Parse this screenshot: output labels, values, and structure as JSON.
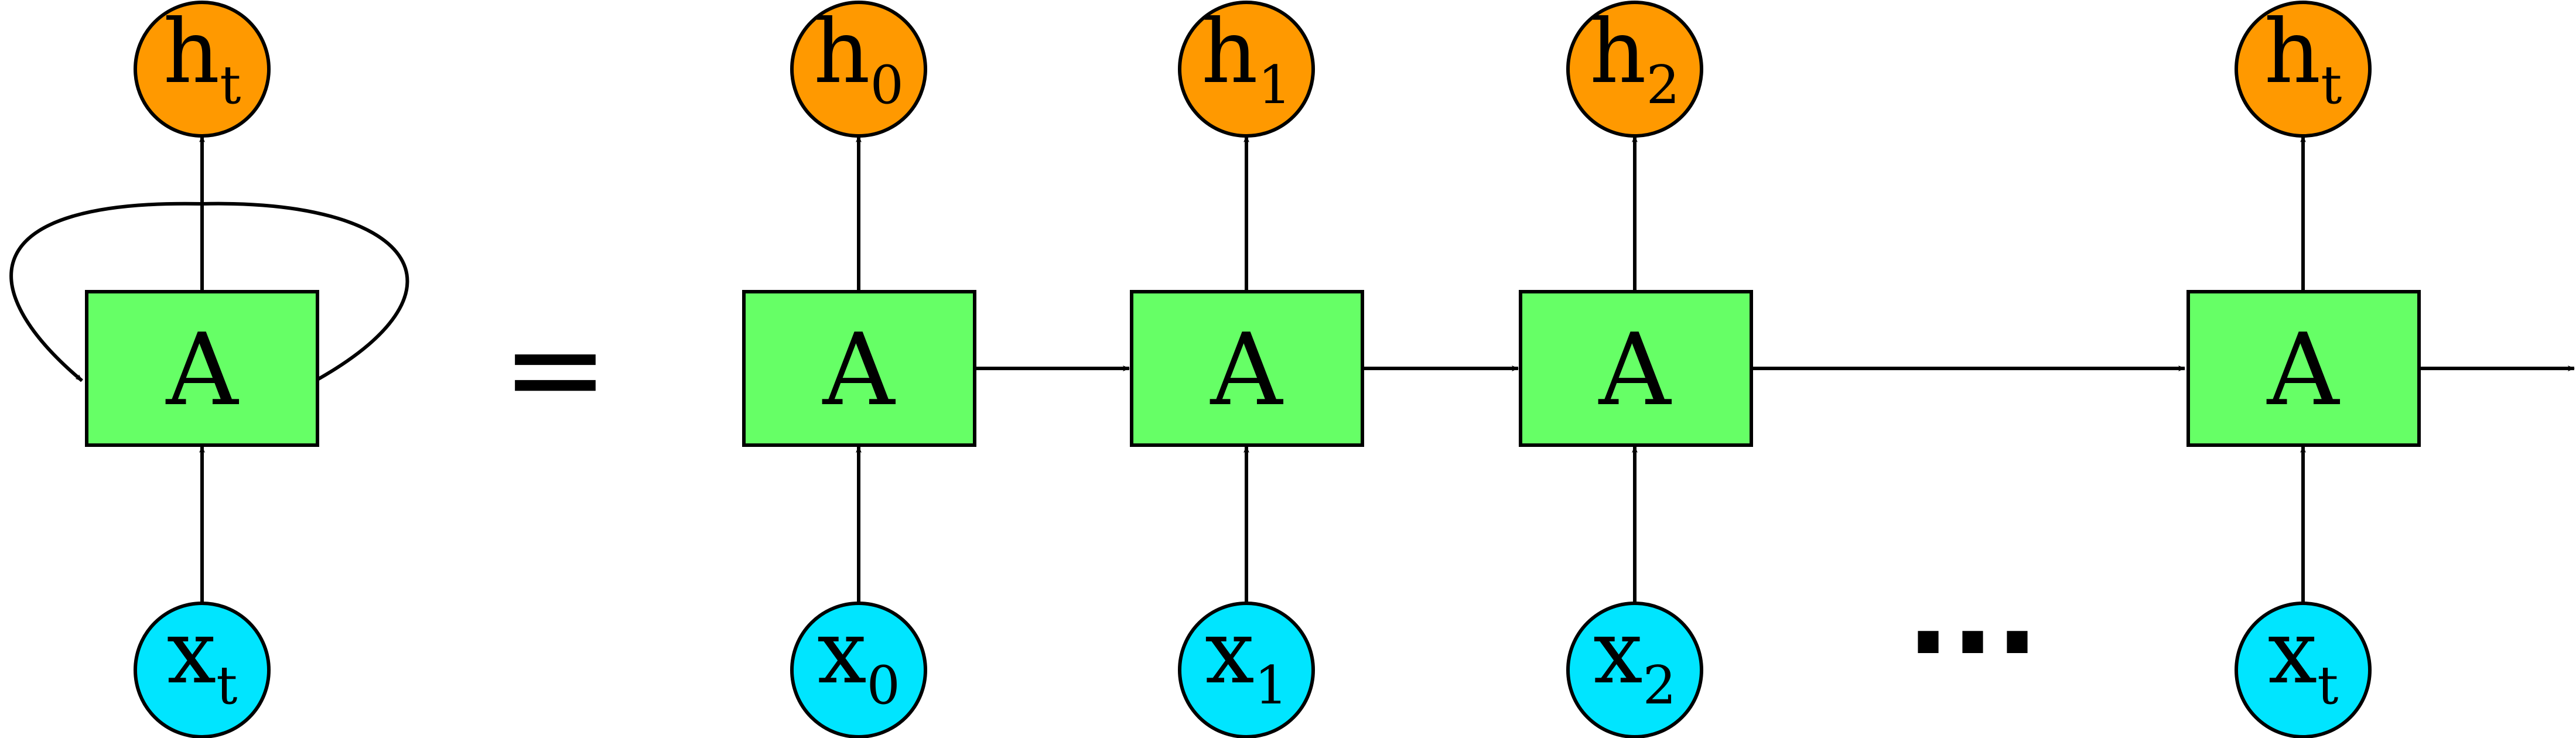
{
  "colors": {
    "cell_fill": "#66ff66",
    "input_fill": "#00e5ff",
    "output_fill": "#ff9900",
    "stroke": "#000000"
  },
  "folded": {
    "cell": "A",
    "input": {
      "base": "x",
      "sub": "t"
    },
    "output": {
      "base": "h",
      "sub": "t"
    }
  },
  "equals": "=",
  "ellipsis": "...",
  "unrolled": [
    {
      "cell": "A",
      "input": {
        "base": "x",
        "sub": "0"
      },
      "output": {
        "base": "h",
        "sub": "0"
      }
    },
    {
      "cell": "A",
      "input": {
        "base": "x",
        "sub": "1"
      },
      "output": {
        "base": "h",
        "sub": "1"
      }
    },
    {
      "cell": "A",
      "input": {
        "base": "x",
        "sub": "2"
      },
      "output": {
        "base": "h",
        "sub": "2"
      }
    },
    {
      "cell": "A",
      "input": {
        "base": "x",
        "sub": "t"
      },
      "output": {
        "base": "h",
        "sub": "t"
      }
    }
  ]
}
